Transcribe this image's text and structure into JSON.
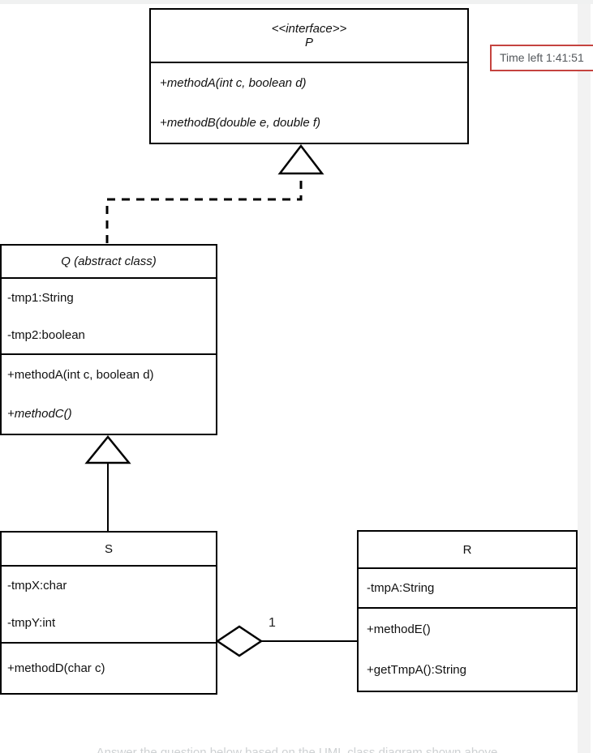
{
  "timer": {
    "label": "Time left 1:41:51"
  },
  "colors": {
    "timer_border": "#c5433f",
    "timer_text": "#54585c",
    "diagram_line": "#000000",
    "scroll_track": "#f2f2f2",
    "top_bar": "#f0f1f1"
  },
  "diagram": {
    "classes": {
      "p": {
        "stereotype": "<<interface>>",
        "name": "P",
        "methods": [
          "+methodA(int c, boolean d)",
          "+methodB(double e, double f)"
        ]
      },
      "q": {
        "name": "Q (abstract class)",
        "attributes": [
          "-tmp1:String",
          "-tmp2:boolean"
        ],
        "methods": [
          "+methodA(int c, boolean d)",
          "+methodC()"
        ]
      },
      "s": {
        "name": "S",
        "attributes": [
          "-tmpX:char",
          "-tmpY:int"
        ],
        "methods": [
          "+methodD(char c)"
        ]
      },
      "r": {
        "name": "R",
        "attributes": [
          "-tmpA:String"
        ],
        "methods": [
          "+methodE()",
          "+getTmpA():String"
        ]
      }
    },
    "relationships": [
      {
        "type": "realization",
        "from": "Q",
        "to": "P",
        "style": "dashed-hollow-triangle"
      },
      {
        "type": "generalization",
        "from": "S",
        "to": "Q",
        "style": "solid-hollow-triangle"
      },
      {
        "type": "aggregation",
        "from": "S",
        "to": "R",
        "style": "hollow-diamond",
        "multiplicity": "1"
      }
    ]
  },
  "caption": {
    "clipped_text": "Answer the question below based on the UML class diagram shown above"
  }
}
